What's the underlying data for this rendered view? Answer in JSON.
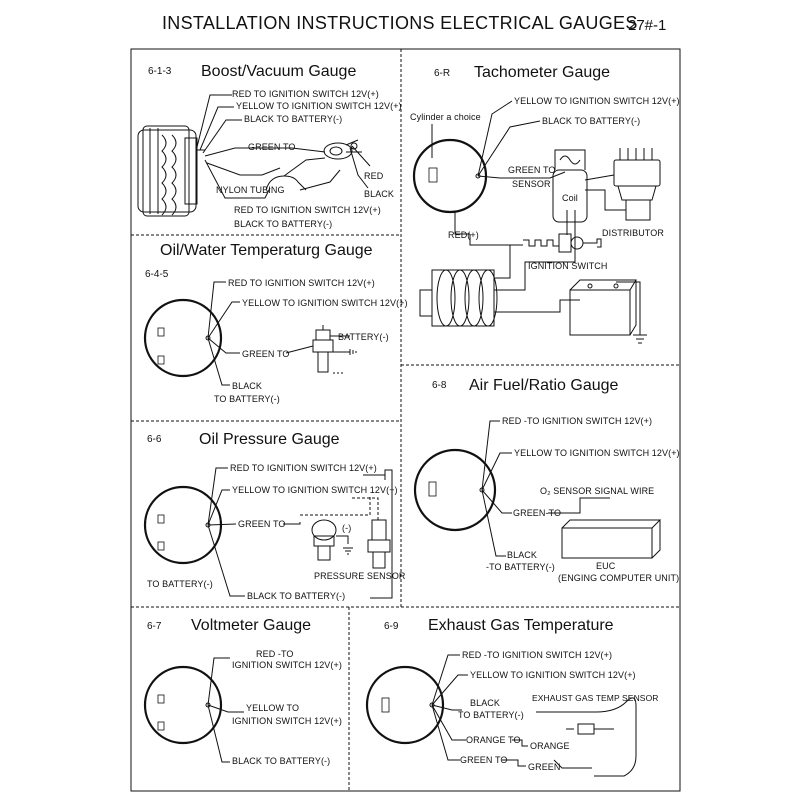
{
  "header": {
    "title": "INSTALLATION INSTRUCTIONS ELECTRICAL GAUGES",
    "page_code": "27#-1"
  },
  "boost": {
    "number": "6-1-3",
    "title": "Boost/Vacuum Gauge",
    "red_top": "RED   TO IGNITION SWITCH 12V(+)",
    "yellow_top": "YELLOW   TO IGNITION SWITCH 12V(+)",
    "black_top": "BLACK   TO BATTERY(-)",
    "green": "GREEN TO",
    "red_right": "RED",
    "black_right": "BLACK",
    "nylon": "NYLON TUBING",
    "red_bottom": "RED    TO IGNITION SWITCH 12V(+)",
    "black_bottom": "BLACK   TO BATTERY(-)"
  },
  "tach": {
    "number": "6-R",
    "title": "Tachometer Gauge",
    "yellow": "YELLOW   TO IGNITION SWITCH 12V(+)",
    "cylinder": "Cylinder a choice",
    "black": "BLACK   TO BATTERY(-)",
    "green_to": "GREEN TO",
    "sensor": "SENSOR",
    "coil": "Coil",
    "distributor": "DISTRIBUTOR",
    "red_plus": "RED(+)",
    "ignition": "IGNITION SWITCH"
  },
  "oilwater": {
    "number": "6-4-5",
    "title": "Oil/Water Temperaturg Gauge",
    "red": "RED TO IGNITION SWITCH 12V(+)",
    "yellow": "YELLOW   TO IGNITION SWITCH 12V(+)",
    "battery": "BATTERY(-)",
    "green": "GREEN TO",
    "black": "BLACK",
    "to_battery": "TO BATTERY(-)"
  },
  "oilpress": {
    "number": "6-6",
    "title": "Oil Pressure Gauge",
    "red": "RED TO IGNITION SWITCH 12V(+)",
    "yellow": "YELLOW TO IGNITION SWITCH 12V(+)",
    "green": "GREEN TO",
    "minus": "(-)",
    "to_battery": "TO BATTERY(-)",
    "pressure_sensor": "PRESSURE SENSOR",
    "black": "BLACK TO BATTERY(-)"
  },
  "afr": {
    "number": "6-8",
    "title": "Air Fuel/Ratio Gauge",
    "red": "RED -TO IGNITION SWITCH 12V(+)",
    "yellow": "YELLOW   TO IGNITION SWITCH 12V(+)",
    "o2": "O₂ SENSOR SIGNAL WIRE",
    "green": "GREEN-TO",
    "black": "BLACK",
    "to_battery": "-TO BATTERY(-)",
    "euc": "EUC",
    "euc_full": "(ENGING COMPUTER UNIT)"
  },
  "volt": {
    "number": "6-7",
    "title": "Voltmeter Gauge",
    "red": "RED -TO",
    "red2": "IGNITION SWITCH 12V(+)",
    "yellow": "YELLOW   TO",
    "yellow2": "IGNITION SWITCH 12V(+)",
    "black": "BLACK TO BATTERY(-)"
  },
  "egt": {
    "number": "6-9",
    "title": "Exhaust Gas Temperature",
    "red": "RED -TO IGNITION SWITCH 12V(+)",
    "yellow": "YELLOW TO IGNITION SWITCH 12V(+)",
    "black": "BLACK",
    "to_battery": "TO BATTERY(-)",
    "sensor": "EXHAUST GAS TEMP SENSOR",
    "orange_to": "ORANGE TO",
    "orange": "ORANGE",
    "green_to": "GREEN TO",
    "green": "GREEN"
  }
}
